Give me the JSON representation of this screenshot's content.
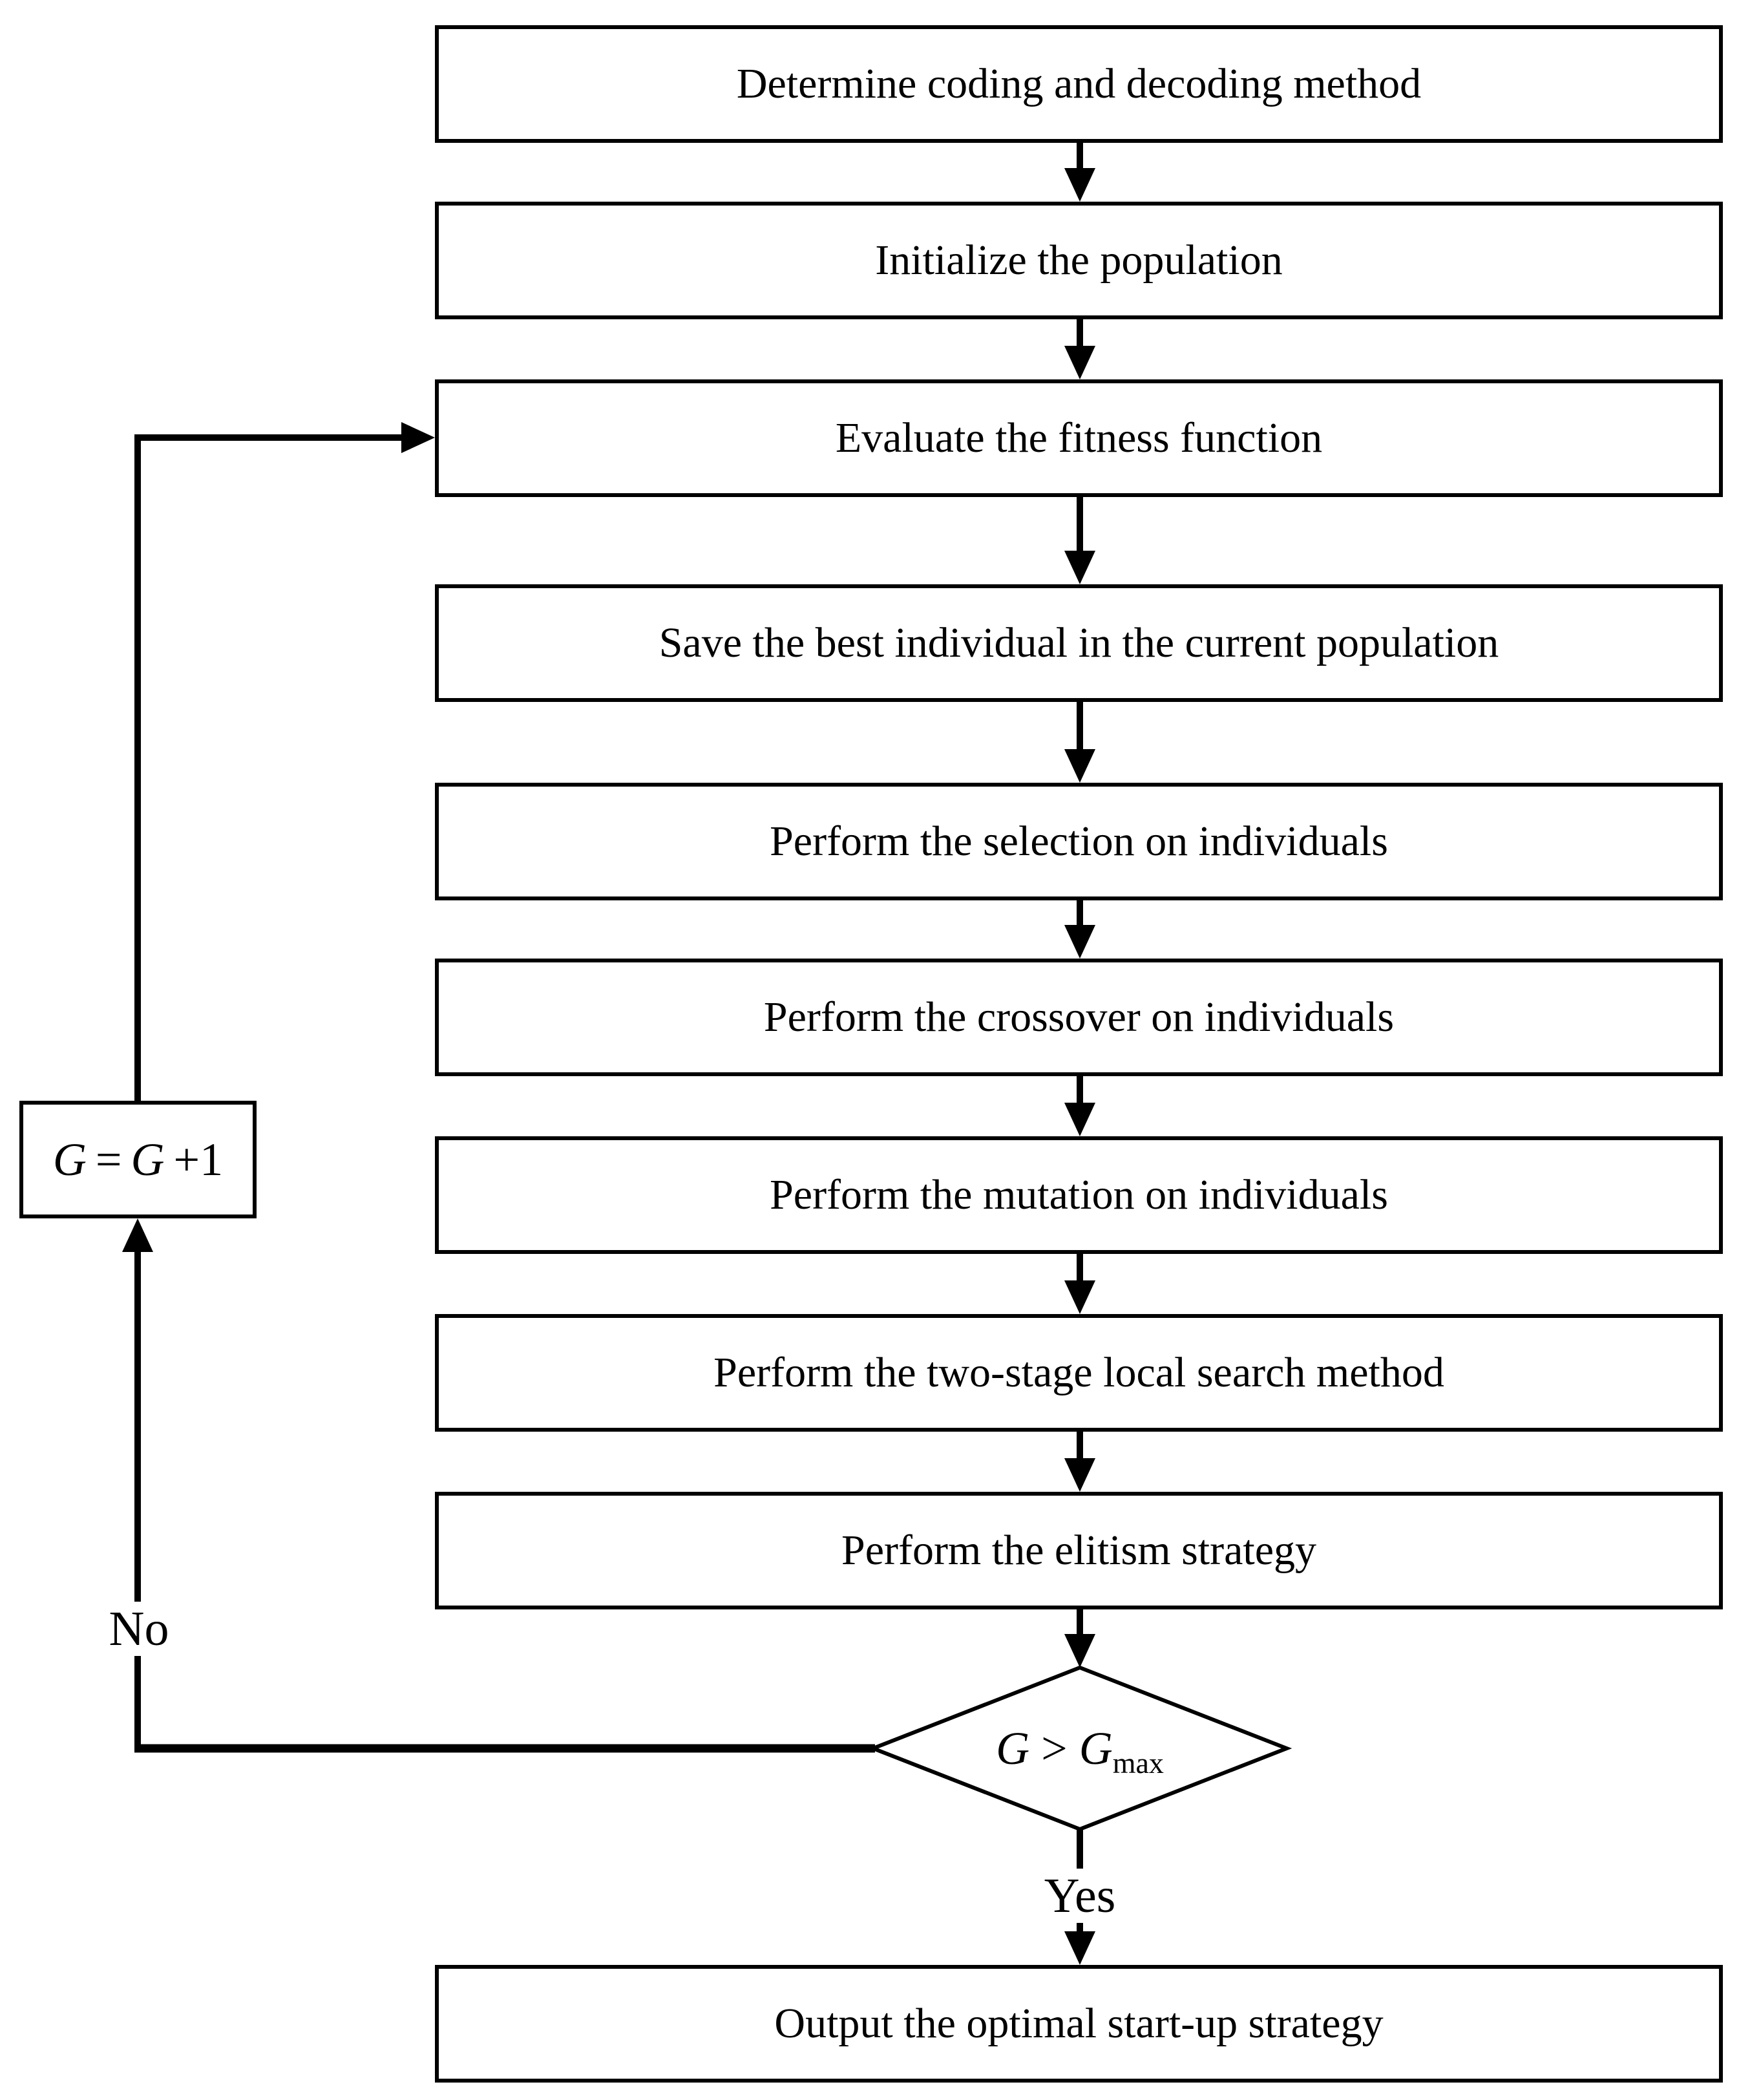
{
  "diagram": {
    "boxes": {
      "determine": "Determine coding and decoding method",
      "initialize": "Initialize the population",
      "evaluate": "Evaluate the fitness function",
      "save_best": "Save the best individual in the current population",
      "selection": "Perform the selection on individuals",
      "crossover": "Perform the crossover on individuals",
      "mutation": "Perform the mutation on individuals",
      "local_search": "Perform the two-stage local search method",
      "elitism": "Perform the elitism strategy",
      "output": "Output the optimal start-up strategy"
    },
    "counter_box": {
      "lhs": "G",
      "eq": "=",
      "rhs": "G",
      "inc": "+1"
    },
    "decision": {
      "lhs": "G",
      "op": ">",
      "rhs": "G",
      "rhs_sub": "max"
    },
    "edge_labels": {
      "yes": "Yes",
      "no": "No"
    },
    "colors": {
      "line": "#000000",
      "box_fill": "#ffffff",
      "background": "#ffffff"
    }
  }
}
